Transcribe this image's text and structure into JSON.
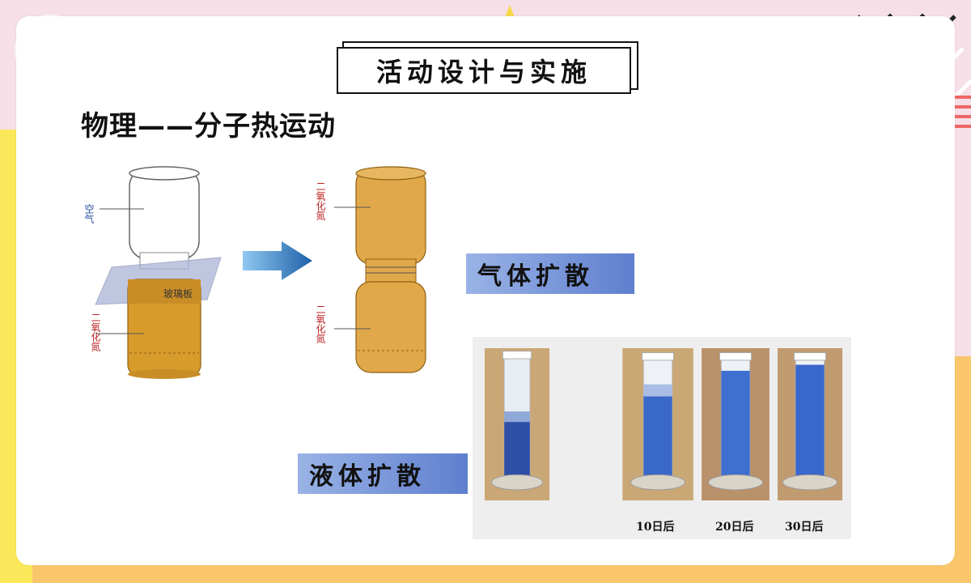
{
  "title": "活动设计与实施",
  "subtitle": "物理——分子热运动",
  "diagram": {
    "left_labels": {
      "air": "空气",
      "glass_plate": "玻璃板",
      "no2_bottom": "二氧化氮"
    },
    "right_labels": {
      "no2_top": "二氧化氮",
      "no2_bottom": "二氧化氮"
    }
  },
  "gas_label": "气体扩散",
  "liquid_label": "液体扩散",
  "photo_captions": [
    "10日后",
    "20日后",
    "30日后"
  ],
  "colors": {
    "title_border": "#111111",
    "label_gradient_start": "#9ab3e6",
    "label_gradient_end": "#5f7fcf",
    "gas_color": "#d79b2c",
    "liquid_blue": "#3a68c8"
  }
}
